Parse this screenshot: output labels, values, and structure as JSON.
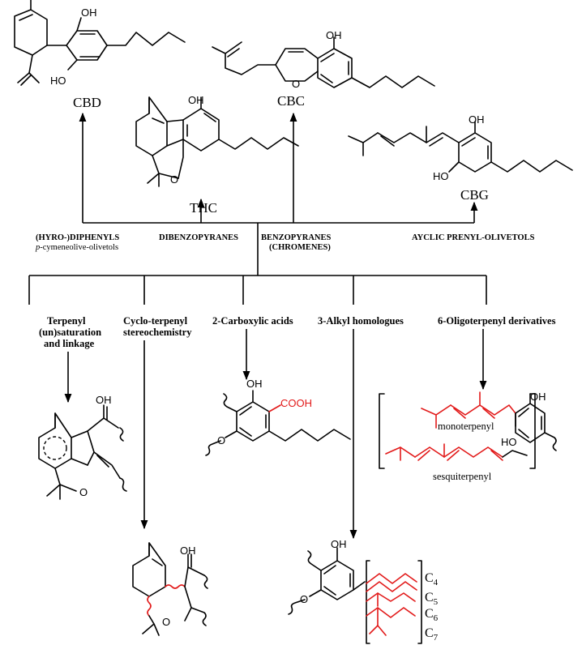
{
  "compounds": {
    "cbd": "CBD",
    "thc": "THC",
    "cbc": "CBC",
    "cbg": "CBG"
  },
  "atoms": {
    "oh": "OH",
    "ho": "HO",
    "o": "O",
    "cooh": "COOH"
  },
  "categories": {
    "diphenyls_line1": "(HYRO-)DIPHENYLS",
    "diphenyls_prefix": "p",
    "diphenyls_line2": "-cymeneolive-olivetols",
    "dibenzopyranes": "DIBENZOPYRANES",
    "benzopyranes_line1": "BENZOPYRANES",
    "benzopyranes_line2": "(CHROMENES)",
    "acyclic": "AYCLIC PRENYL-OLIVETOLS"
  },
  "subcategories": {
    "terpenyl_line1": "Terpenyl",
    "terpenyl_line2": "(un)saturation",
    "terpenyl_line3": "and linkage",
    "cyclo_line1": "Cyclo-terpenyl",
    "cyclo_line2": "stereochemistry",
    "carboxylic": "2-Carboxylic acids",
    "alkyl": "3-Alkyl homologues",
    "oligoterpenyl": "6-Oligoterpenyl derivatives"
  },
  "chain_labels": {
    "monoterpenyl": "monoterpenyl",
    "sesquiterpenyl": "sesquiterpenyl"
  },
  "homologues": {
    "c": "C",
    "c4": "4",
    "c5": "5",
    "c6": "6",
    "c7": "7"
  },
  "colors": {
    "ink": "#000000",
    "highlight": "#e21a1a"
  }
}
